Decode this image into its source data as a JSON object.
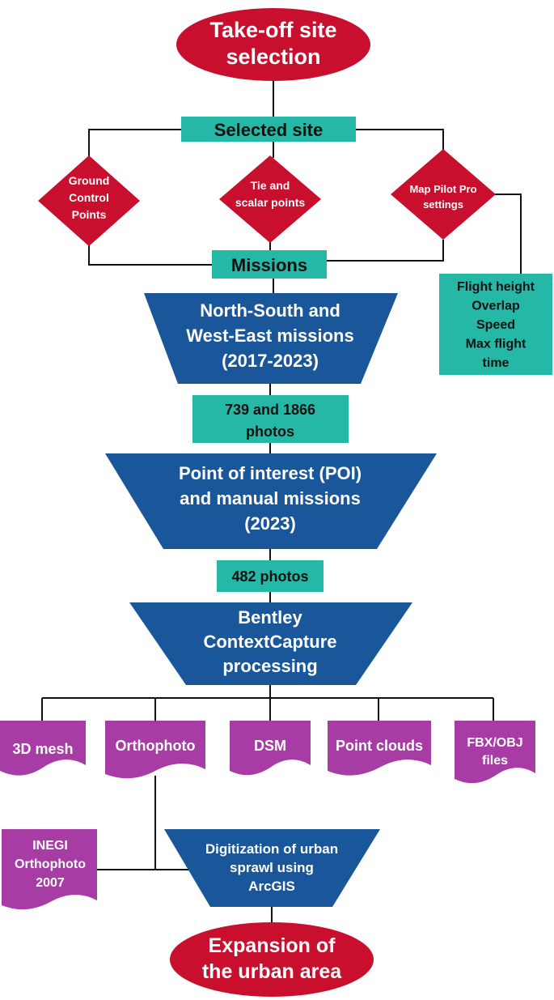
{
  "colors": {
    "oval": "#c8102e",
    "diamond": "#c8102e",
    "teal": "#26b8a7",
    "trapezoid": "#1a569a",
    "document": "#a83ca5",
    "line": "#111111"
  },
  "nodes": {
    "takeoff": {
      "lines": [
        "Take-off site",
        "selection"
      ]
    },
    "selected_site": {
      "lines": [
        "Selected site"
      ]
    },
    "gcp": {
      "lines": [
        "Ground",
        "Control",
        "Points"
      ]
    },
    "tie": {
      "lines": [
        "Tie and",
        "scalar points"
      ]
    },
    "mappilot": {
      "lines": [
        "Map Pilot Pro",
        "settings"
      ]
    },
    "settings_box": {
      "lines": [
        "Flight height",
        "Overlap",
        "Speed",
        "Max flight",
        "time"
      ]
    },
    "missions": {
      "lines": [
        "Missions"
      ]
    },
    "ns_missions": {
      "lines": [
        "North-South and",
        "West-East missions",
        "(2017-2023)"
      ]
    },
    "photos1": {
      "lines": [
        "739 and 1866",
        "photos"
      ]
    },
    "poi_missions": {
      "lines": [
        "Point of interest (POI)",
        "and manual missions",
        "(2023)"
      ]
    },
    "photos2": {
      "lines": [
        "482 photos"
      ]
    },
    "bentley": {
      "lines": [
        "Bentley",
        "ContextCapture",
        "processing"
      ]
    },
    "mesh": {
      "lines": [
        "3D mesh"
      ]
    },
    "ortho": {
      "lines": [
        "Orthophoto"
      ]
    },
    "dsm": {
      "lines": [
        "DSM"
      ]
    },
    "pointclouds": {
      "lines": [
        "Point clouds"
      ]
    },
    "fbx": {
      "lines": [
        "FBX/OBJ",
        "files"
      ]
    },
    "inegi": {
      "lines": [
        "INEGI",
        "Orthophoto",
        "2007"
      ]
    },
    "digitization": {
      "lines": [
        "Digitization of urban",
        "sprawl using",
        "ArcGIS"
      ]
    },
    "expansion": {
      "lines": [
        "Expansion of",
        "the urban area"
      ]
    }
  }
}
